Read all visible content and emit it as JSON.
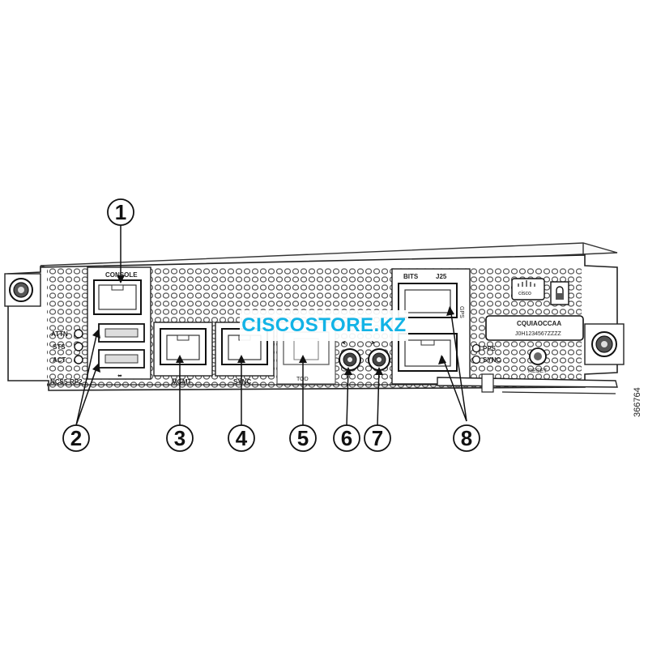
{
  "watermark": "CISCOSTORE.KZ",
  "figure_id": "366764",
  "callouts": [
    "1",
    "2",
    "3",
    "4",
    "5",
    "6",
    "7",
    "8"
  ],
  "panel_labels": {
    "console": "CONSOLE",
    "usb_model": "NCS5-RP2",
    "mgmt": "MGMT",
    "sync": "SYNC",
    "pps": "PPS",
    "sync_led": "SYNC",
    "tod": "TOD",
    "reset": "RESET",
    "serial_1": "CQUIAOCCAA",
    "serial_2": "J0H1234567ZZZZ",
    "bits": "BITS",
    "j25": "J25",
    "gps": "GPS",
    "logo": "cisco"
  },
  "leds": [
    "ATTN",
    "STS",
    "ACT"
  ]
}
